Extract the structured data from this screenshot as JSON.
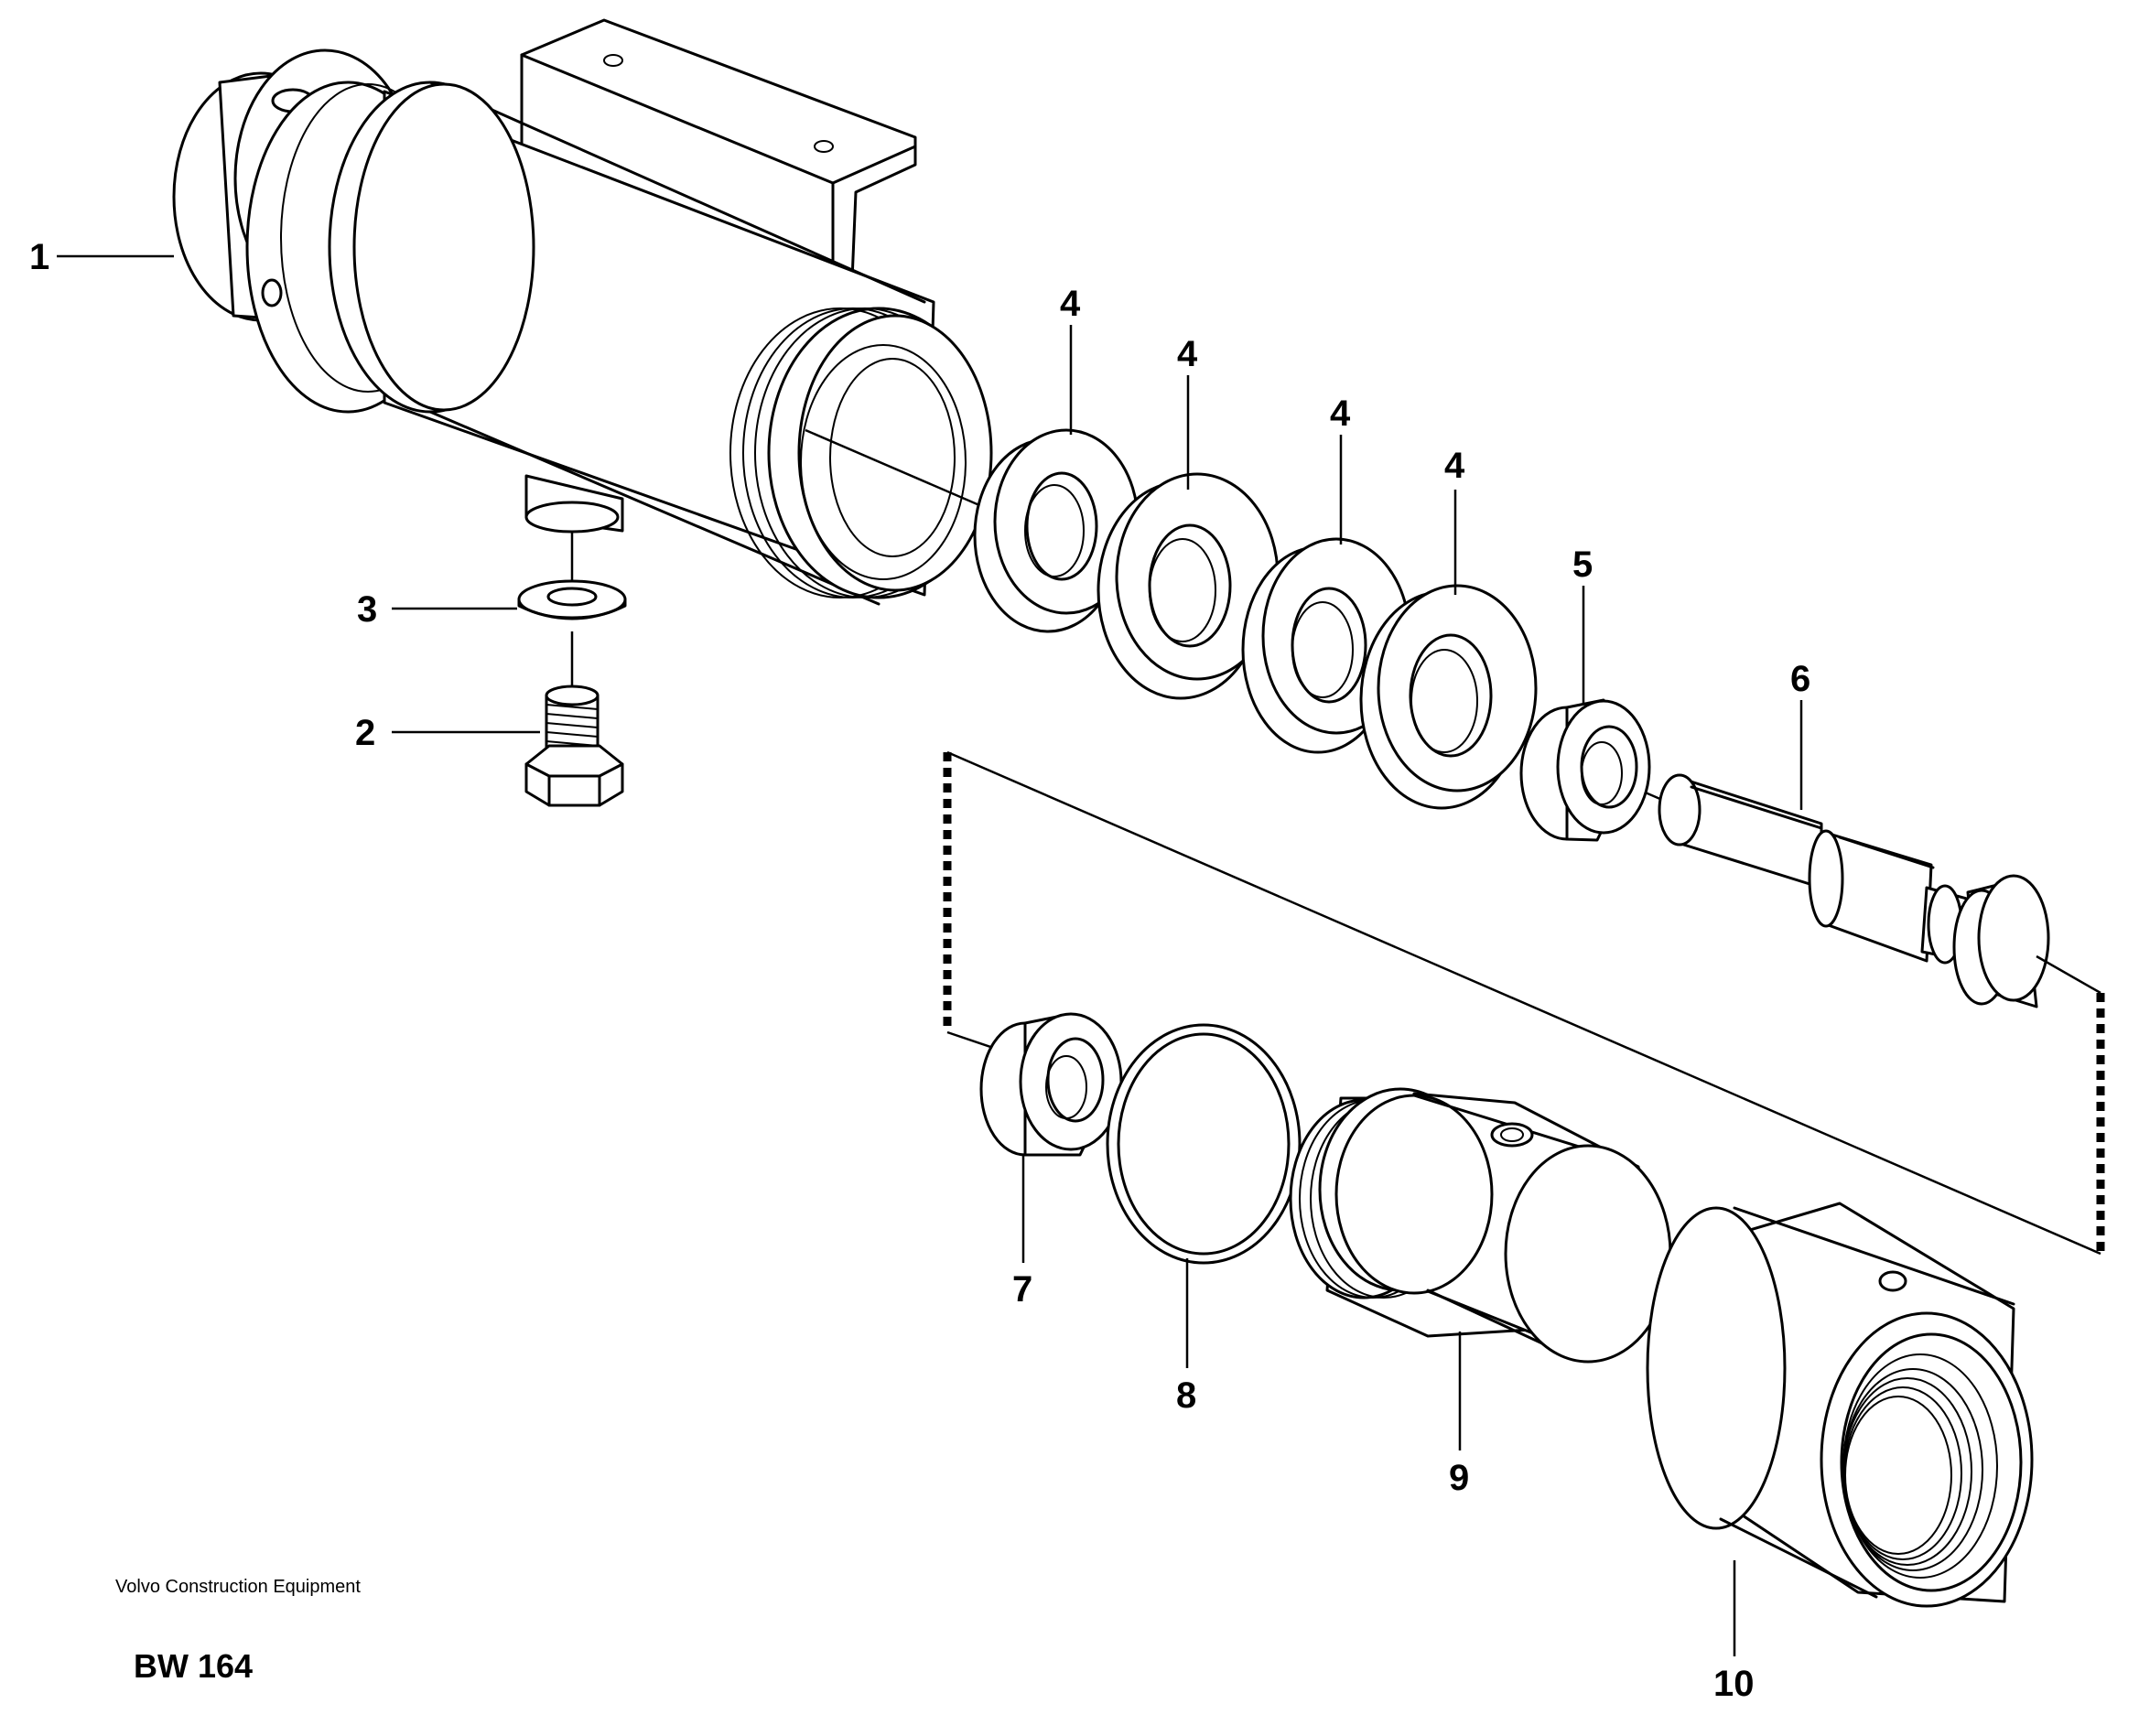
{
  "callouts": [
    {
      "id": "1",
      "label": "1"
    },
    {
      "id": "2",
      "label": "2"
    },
    {
      "id": "3",
      "label": "3"
    },
    {
      "id": "4a",
      "label": "4"
    },
    {
      "id": "4b",
      "label": "4"
    },
    {
      "id": "4c",
      "label": "4"
    },
    {
      "id": "4d",
      "label": "4"
    },
    {
      "id": "5",
      "label": "5"
    },
    {
      "id": "6",
      "label": "6"
    },
    {
      "id": "7",
      "label": "7"
    },
    {
      "id": "8",
      "label": "8"
    },
    {
      "id": "9",
      "label": "9"
    },
    {
      "id": "10",
      "label": "10"
    }
  ],
  "footer": {
    "brand": "Volvo Construction Equipment",
    "reference": "BW 164"
  }
}
